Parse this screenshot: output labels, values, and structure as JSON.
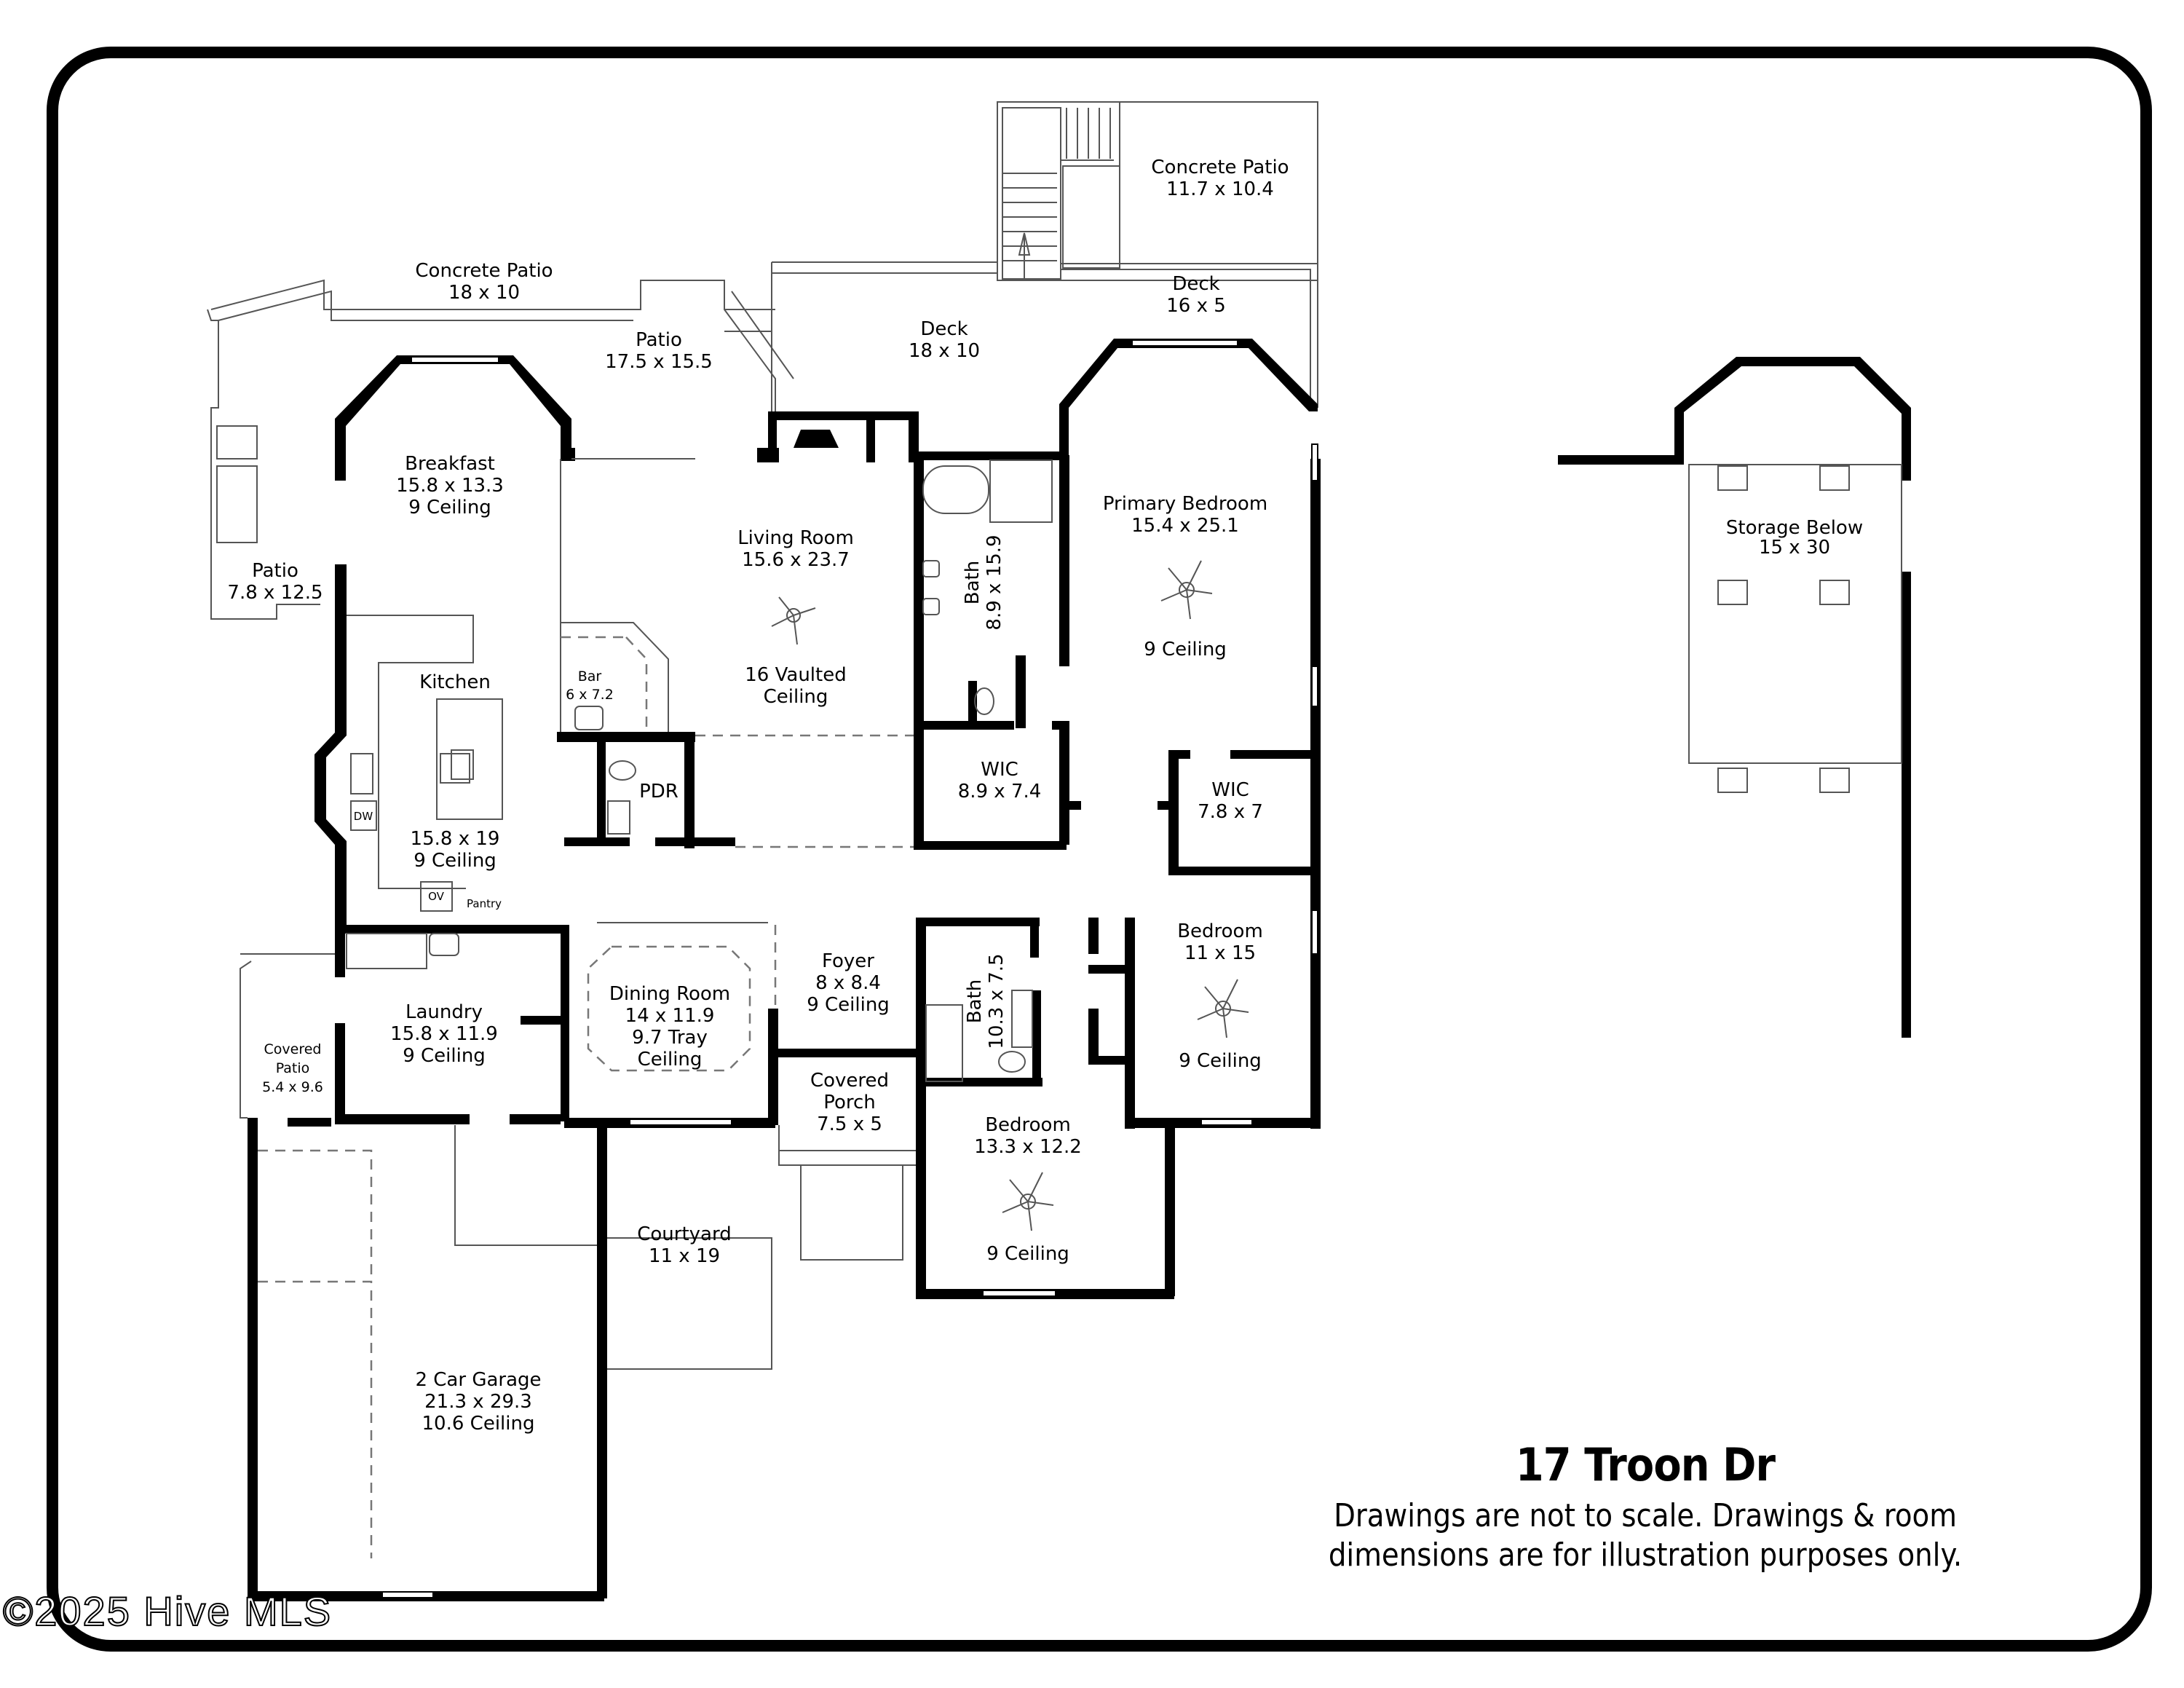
{
  "title": "17 Troon Dr",
  "disclaimer": {
    "line1": "Drawings are not to scale. Drawings & room",
    "line2": "dimensions are for illustration purposes only."
  },
  "copyright": "©2025 Hive MLS",
  "rooms": {
    "concrete_patio_1": {
      "name": "Concrete Patio",
      "dims": "18 x 10"
    },
    "concrete_patio_2": {
      "name": "Concrete Patio",
      "dims": "11.7 x 10.4"
    },
    "patio_main": {
      "name": "Patio",
      "dims": "17.5 x 15.5"
    },
    "deck_1": {
      "name": "Deck",
      "dims": "18 x 10"
    },
    "deck_2": {
      "name": "Deck",
      "dims": "16 x 5"
    },
    "breakfast": {
      "name": "Breakfast",
      "dims": "15.8 x 13.3",
      "ceiling": "9 Ceiling"
    },
    "patio_side": {
      "name": "Patio",
      "dims": "7.8 x 12.5"
    },
    "living_room": {
      "name": "Living Room",
      "dims": "15.6 x 23.7",
      "ceiling_1": "16 Vaulted",
      "ceiling_2": "Ceiling"
    },
    "primary_bedroom": {
      "name": "Primary Bedroom",
      "dims": "15.4 x 25.1",
      "ceiling": "9 Ceiling"
    },
    "primary_bath": {
      "name": "Bath",
      "dims": "8.9 x 15.9"
    },
    "bar": {
      "name": "Bar",
      "dims": "6 x 7.2"
    },
    "kitchen": {
      "name": "Kitchen",
      "dims": "15.8 x 19",
      "ceiling": "9 Ceiling"
    },
    "pdr": {
      "name": "PDR"
    },
    "wic_1": {
      "name": "WIC",
      "dims": "8.9 x 7.4"
    },
    "wic_2": {
      "name": "WIC",
      "dims": "7.8 x 7"
    },
    "bedroom_1": {
      "name": "Bedroom",
      "dims": "11 x 15",
      "ceiling": "9 Ceiling"
    },
    "laundry": {
      "name": "Laundry",
      "dims": "15.8 x 11.9",
      "ceiling": "9 Ceiling"
    },
    "dining_room": {
      "name": "Dining Room",
      "dims": "14 x 11.9",
      "ceiling_1": "9.7 Tray",
      "ceiling_2": "Ceiling"
    },
    "foyer": {
      "name": "Foyer",
      "dims": "8 x 8.4",
      "ceiling": "9 Ceiling"
    },
    "bath_2": {
      "name": "Bath",
      "dims": "10.3 x 7.5"
    },
    "covered_patio": {
      "name_1": "Covered",
      "name_2": "Patio",
      "dims": "5.4 x 9.6"
    },
    "covered_porch": {
      "name_1": "Covered",
      "name_2": "Porch",
      "dims": "7.5 x 5"
    },
    "bedroom_2": {
      "name": "Bedroom",
      "dims": "13.3 x 12.2",
      "ceiling": "9 Ceiling"
    },
    "courtyard": {
      "name": "Courtyard",
      "dims": "11 x 19"
    },
    "garage": {
      "name": "2 Car Garage",
      "dims": "21.3 x 29.3",
      "ceiling": "10.6 Ceiling"
    },
    "storage": {
      "name": "Storage Below",
      "dims": "15 x 30"
    }
  },
  "fixtures": {
    "dishwasher": "DW",
    "oven": "OV",
    "pantry": "Pantry"
  }
}
